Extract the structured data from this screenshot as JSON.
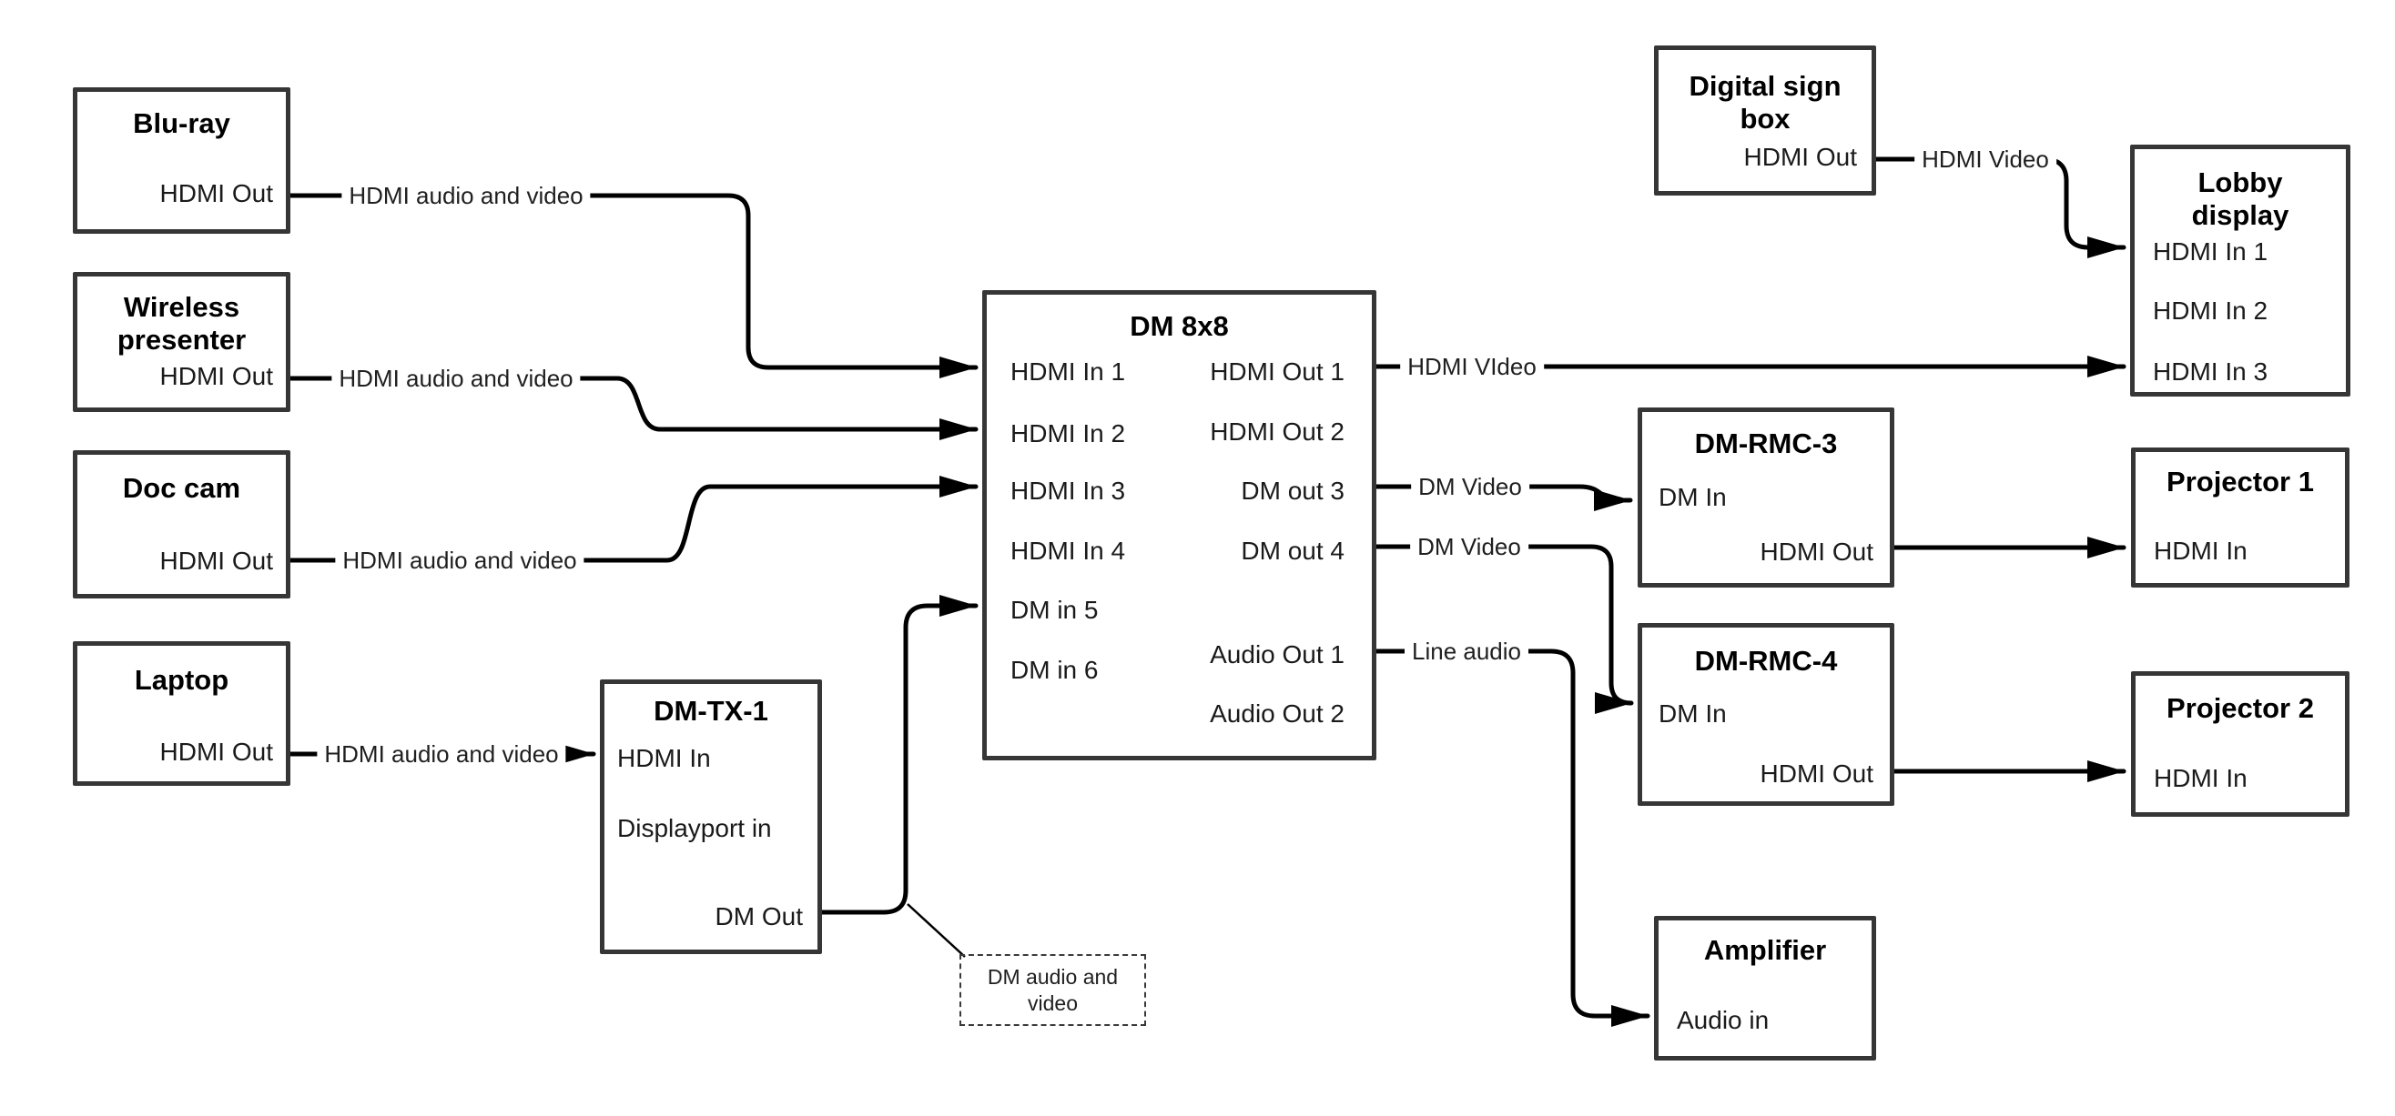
{
  "nodes": {
    "bluray": {
      "title": "Blu-ray",
      "hdmi_out": "HDMI Out"
    },
    "wireless": {
      "title": "Wireless presenter",
      "hdmi_out": "HDMI Out"
    },
    "doccam": {
      "title": "Doc cam",
      "hdmi_out": "HDMI Out"
    },
    "laptop": {
      "title": "Laptop",
      "hdmi_out": "HDMI Out"
    },
    "dmtx1": {
      "title": "DM-TX-1",
      "hdmi_in": "HDMI In",
      "displayport_in": "Displayport in",
      "dm_out": "DM Out"
    },
    "dm8x8": {
      "title": "DM 8x8",
      "in1": "HDMI In 1",
      "in2": "HDMI In 2",
      "in3": "HDMI In 3",
      "in4": "HDMI In 4",
      "in5": "DM in 5",
      "in6": "DM in 6",
      "out1": "HDMI Out 1",
      "out2": "HDMI Out 2",
      "out3": "DM out 3",
      "out4": "DM out 4",
      "aout1": "Audio Out 1",
      "aout2": "Audio Out 2"
    },
    "digital_sign": {
      "title": "Digital sign box",
      "hdmi_out": "HDMI Out"
    },
    "lobby": {
      "title": "Lobby display",
      "in1": "HDMI In 1",
      "in2": "HDMI In 2",
      "in3": "HDMI In 3"
    },
    "dmrmc3": {
      "title": "DM-RMC-3",
      "dm_in": "DM In",
      "hdmi_out": "HDMI Out"
    },
    "proj1": {
      "title": "Projector 1",
      "hdmi_in": "HDMI In"
    },
    "dmrmc4": {
      "title": "DM-RMC-4",
      "dm_in": "DM In",
      "hdmi_out": "HDMI Out"
    },
    "proj2": {
      "title": "Projector 2",
      "hdmi_in": "HDMI In"
    },
    "amplifier": {
      "title": "Amplifier",
      "audio_in": "Audio in"
    },
    "callout": {
      "text": "DM audio and video"
    }
  },
  "edge_labels": {
    "bluray": "HDMI audio and video",
    "wireless": "HDMI audio and video",
    "doccam": "HDMI audio and video",
    "laptop": "HDMI audio and video",
    "hdmi_out1": "HDMI VIdeo",
    "dm_out3": "DM Video",
    "dm_out4": "DM Video",
    "line_audio": "Line audio",
    "digital_sign": "HDMI Video"
  },
  "colors": {
    "line": "#000000",
    "box_border": "#363636",
    "background": "#ffffff",
    "text": "#1a1a1a"
  }
}
